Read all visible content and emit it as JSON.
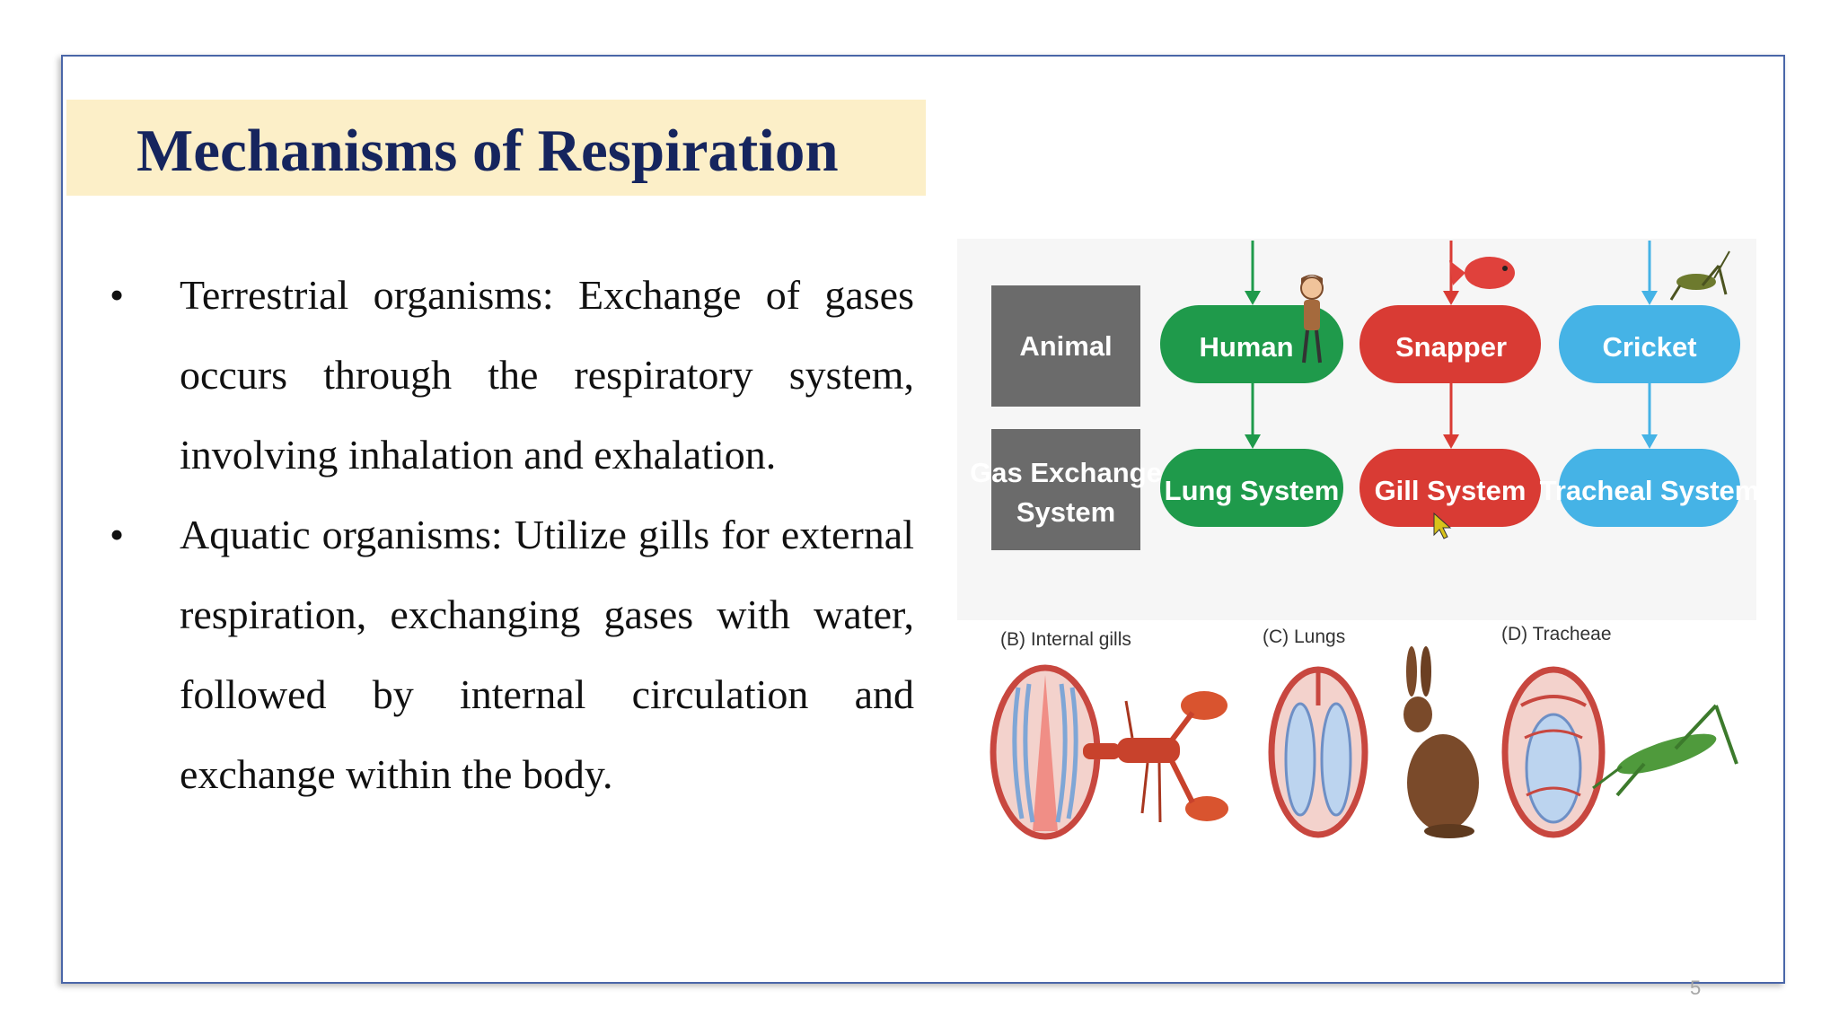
{
  "slide": {
    "title": "Mechanisms of Respiration",
    "bullets": [
      {
        "marker": "•",
        "text": "Terrestrial organisms: Exchange of gases occurs through the respiratory system, involving inhalation and exhalation."
      },
      {
        "marker": "•",
        "text": "Aquatic organisms: Utilize gills for external respiration, exchanging gases with water, followed by internal circulation and exchange within the body."
      }
    ],
    "page_number": "5"
  },
  "figure": {
    "row_labels": {
      "animal": "Animal",
      "gas_exchange_line1": "Gas Exchange",
      "gas_exchange_line2": "System"
    },
    "animals": [
      "Human",
      "Snapper",
      "Cricket"
    ],
    "systems": [
      "Lung System",
      "Gill System",
      "Tracheal System"
    ],
    "panel_labels": [
      "(B) Internal gills",
      "(C) Lungs",
      "(D) Tracheae"
    ],
    "colors": {
      "human": "#1f9a4b",
      "snapper": "#d93b34",
      "cricket": "#45b3e6",
      "label_box": "#6b6b6b",
      "title": "#16255e",
      "title_band": "#fcefc8"
    }
  }
}
